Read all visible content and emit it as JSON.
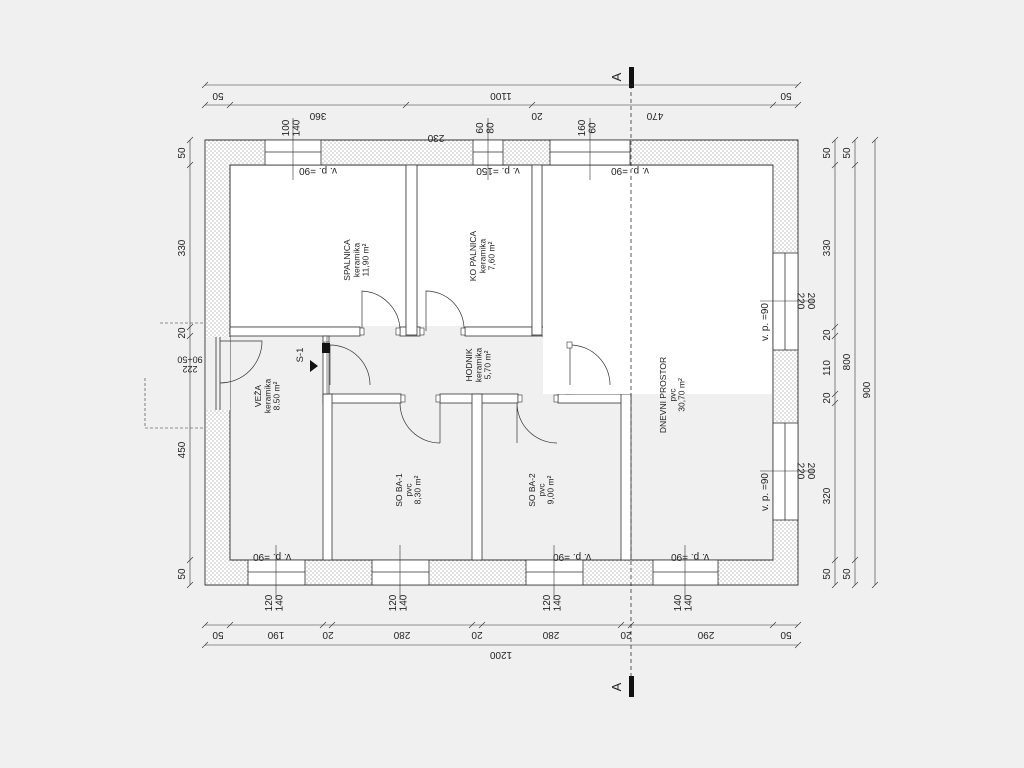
{
  "drawing": {
    "section_label": "A",
    "stair_label": "S-1",
    "door_label": "222\n90+50"
  },
  "rooms": [
    {
      "name": "SPALNICA",
      "material": "keramika",
      "area": "11,90 m²"
    },
    {
      "name": "KO PALNICA",
      "material": "keramika",
      "area": "7,60 m²"
    },
    {
      "name": "HODNIK",
      "material": "keramika",
      "area": "5,70 m²"
    },
    {
      "name": "VEŽA",
      "material": "keramika",
      "area": "8.50 m²"
    },
    {
      "name": "SO BA-1",
      "material": "pvc",
      "area": "8,30 m²"
    },
    {
      "name": "SO BA-2",
      "material": "pvc",
      "area": "9,00 m²"
    },
    {
      "name": "DNEVNI PROSTOR",
      "material": "pvc",
      "area": "30,70 m²"
    }
  ],
  "windows": [
    {
      "wh": "100\n140",
      "vp": "v. p. =90"
    },
    {
      "wh": "60\n80",
      "vp": "v. p. =150"
    },
    {
      "wh": "160\n60",
      "vp": "v. p. =90"
    },
    {
      "wh": "200\n220",
      "vp": "v. p. =90"
    },
    {
      "wh": "200\n220",
      "vp": "v. p. =90"
    },
    {
      "wh": "120\n140",
      "vp": "v. p. =90"
    },
    {
      "wh": "120\n140",
      "vp": "v. p. =90"
    },
    {
      "wh": "120\n140",
      "vp": "v. p. =90"
    },
    {
      "wh": "140\n140",
      "vp": "v. p. =90"
    }
  ],
  "dims": {
    "top_total": "1100",
    "top_parts": [
      "50",
      "360",
      "20",
      "470",
      "50"
    ],
    "top_inner": "230",
    "bottom_total": "1200",
    "bottom_parts": [
      "50",
      "190",
      "20",
      "280",
      "20",
      "280",
      "20",
      "290",
      "50"
    ],
    "left_parts": [
      "50",
      "330",
      "20",
      "450",
      "50"
    ],
    "right_parts": [
      "50",
      "330",
      "20",
      "110",
      "20",
      "320",
      "50"
    ],
    "right_mid": "800",
    "right_total": "900"
  }
}
